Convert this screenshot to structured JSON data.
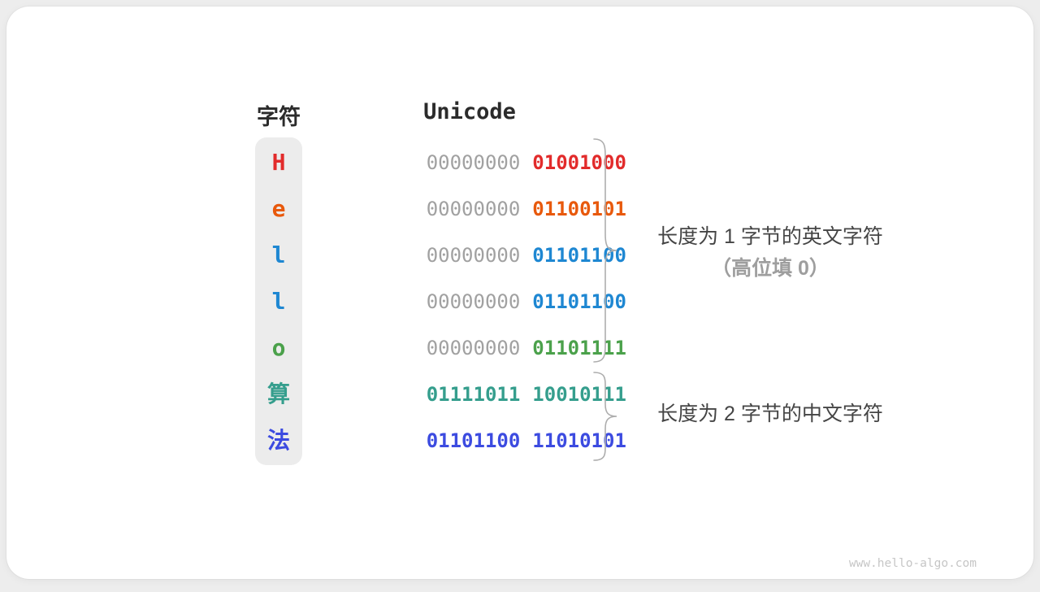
{
  "header": {
    "char_col": "字符",
    "unicode_col": "Unicode"
  },
  "colors": {
    "red": "#E22B2B",
    "orange": "#E8590C",
    "blue": "#1E87D2",
    "green": "#4BA14B",
    "teal": "#359E8D",
    "indigo": "#3C4BE0",
    "gray_byte": "#A1A1A1",
    "char_col_bg": "#ECECEC",
    "brace_stroke": "#ADADAD",
    "annotation_text": "#454545",
    "annotation_sub": "#9E9E9E"
  },
  "rows": [
    {
      "char": "H",
      "char_color": "#E22B2B",
      "bytes": [
        {
          "text": "00000000",
          "color": "#A1A1A1",
          "bold": false
        },
        {
          "text": "01001000",
          "color": "#E22B2B",
          "bold": true
        }
      ]
    },
    {
      "char": "e",
      "char_color": "#E8590C",
      "bytes": [
        {
          "text": "00000000",
          "color": "#A1A1A1",
          "bold": false
        },
        {
          "text": "01100101",
          "color": "#E8590C",
          "bold": true
        }
      ]
    },
    {
      "char": "l",
      "char_color": "#1E87D2",
      "bytes": [
        {
          "text": "00000000",
          "color": "#A1A1A1",
          "bold": false
        },
        {
          "text": "01101100",
          "color": "#1E87D2",
          "bold": true
        }
      ]
    },
    {
      "char": "l",
      "char_color": "#1E87D2",
      "bytes": [
        {
          "text": "00000000",
          "color": "#A1A1A1",
          "bold": false
        },
        {
          "text": "01101100",
          "color": "#1E87D2",
          "bold": true
        }
      ]
    },
    {
      "char": "o",
      "char_color": "#4BA14B",
      "bytes": [
        {
          "text": "00000000",
          "color": "#A1A1A1",
          "bold": false
        },
        {
          "text": "01101111",
          "color": "#4BA14B",
          "bold": true
        }
      ]
    },
    {
      "char": "算",
      "char_color": "#359E8D",
      "bytes": [
        {
          "text": "01111011",
          "color": "#359E8D",
          "bold": true
        },
        {
          "text": "10010111",
          "color": "#359E8D",
          "bold": true
        }
      ]
    },
    {
      "char": "法",
      "char_color": "#3C4BE0",
      "bytes": [
        {
          "text": "01101100",
          "color": "#3C4BE0",
          "bold": true
        },
        {
          "text": "11010101",
          "color": "#3C4BE0",
          "bold": true
        }
      ]
    }
  ],
  "annotations": [
    {
      "line1": "长度为 1 字节的英文字符",
      "line2": "（高位填 0）"
    },
    {
      "line1": "长度为 2 字节的中文字符"
    }
  ],
  "watermark": "www.hello-algo.com"
}
